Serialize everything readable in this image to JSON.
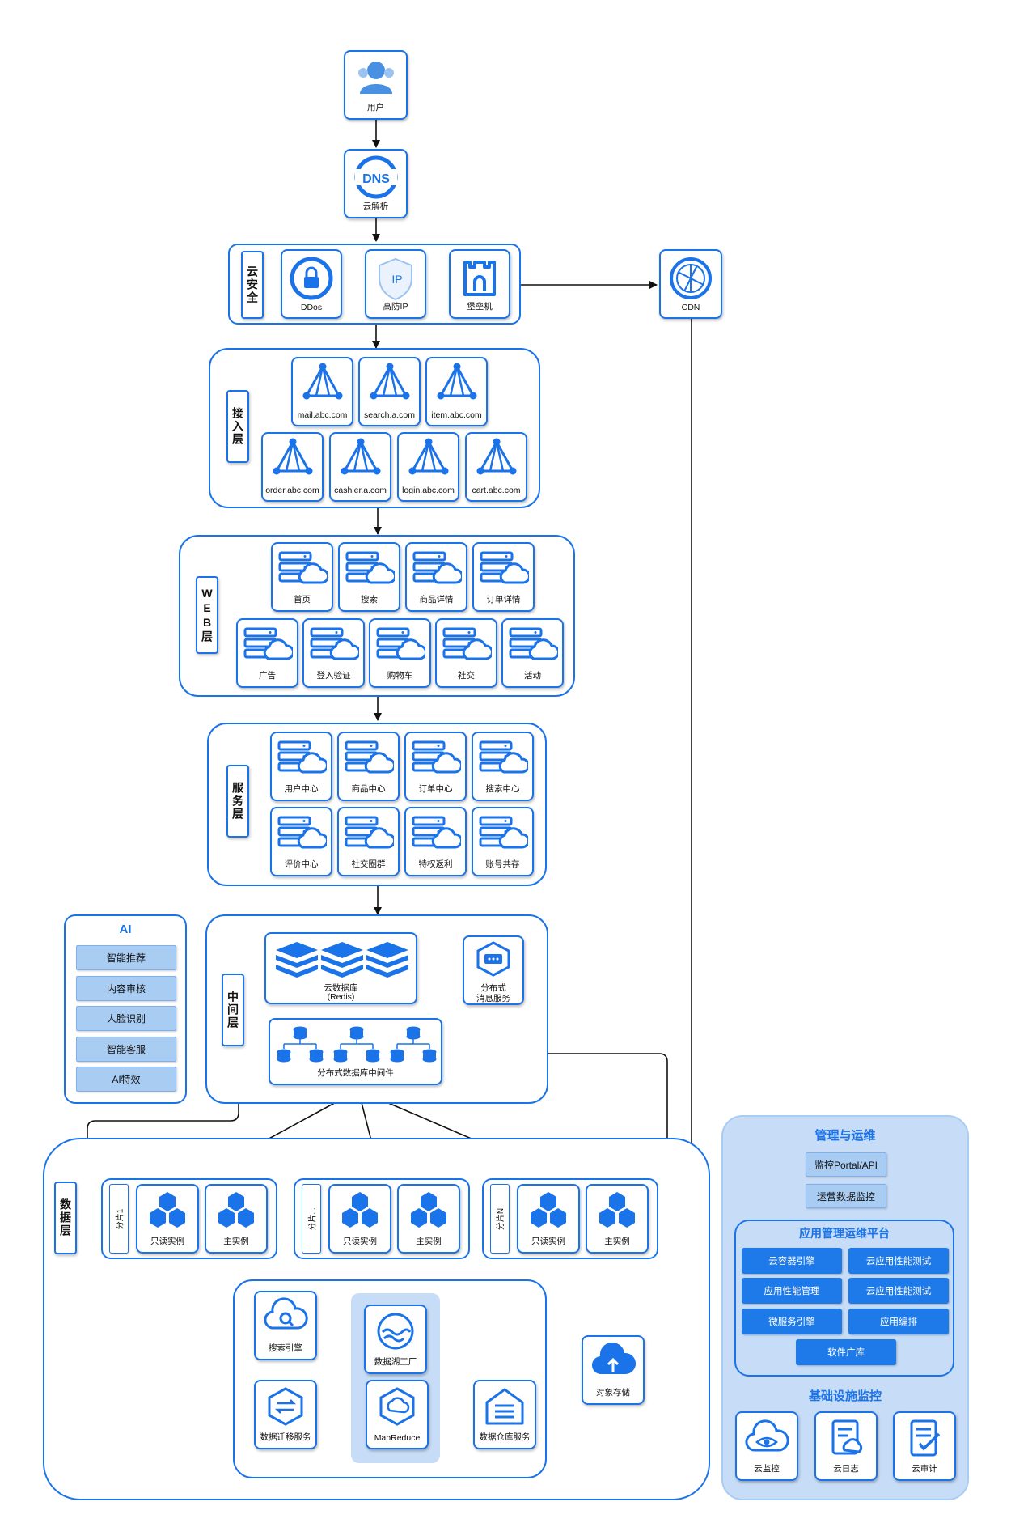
{
  "top": {
    "user": "用户",
    "dns": "云解析",
    "cdn": "CDN"
  },
  "security": {
    "label": "云安全",
    "items": [
      "DDos",
      "高防IP",
      "堡垒机"
    ]
  },
  "access": {
    "label": "接入层",
    "row1": [
      "mail.abc.com",
      "search.a.com",
      "item.abc.com"
    ],
    "row2": [
      "order.abc.com",
      "cashier.a.com",
      "login.abc.com",
      "cart.abc.com"
    ]
  },
  "web": {
    "label": "WEB层",
    "row1": [
      "首页",
      "搜索",
      "商品详情",
      "订单详情"
    ],
    "row2": [
      "广告",
      "登入验证",
      "购物车",
      "社交",
      "活动"
    ]
  },
  "service": {
    "label": "服务层",
    "row1": [
      "用户中心",
      "商品中心",
      "订单中心",
      "搜索中心"
    ],
    "row2": [
      "评价中心",
      "社交圈群",
      "特权返利",
      "账号共存"
    ]
  },
  "middle": {
    "label": "中间层",
    "redis_line1": "云数据库",
    "redis_line2": "(Redis)",
    "mq_line1": "分布式",
    "mq_line2": "消息服务",
    "dbmw": "分布式数据库中间件"
  },
  "ai": {
    "title": "AI",
    "items": [
      "智能推荐",
      "内容审核",
      "人脸识别",
      "智能客服",
      "AI特效"
    ]
  },
  "data": {
    "label": "数据层",
    "shards": [
      {
        "name": "分片1",
        "readonly": "只读实例",
        "master": "主实例"
      },
      {
        "name": "分片...",
        "readonly": "只读实例",
        "master": "主实例"
      },
      {
        "name": "分片N",
        "readonly": "只读实例",
        "master": "主实例"
      }
    ],
    "search_engine": "搜索引擎",
    "data_lake": "数据湖工厂",
    "migration": "数据迁移服务",
    "mapreduce": "MapReduce",
    "warehouse": "数据仓库服务",
    "oss": "对象存储"
  },
  "ops": {
    "title": "管理与运维",
    "items": [
      "监控Portal/API",
      "运营数据监控"
    ],
    "apm_title": "应用管理运维平台",
    "apm_items": [
      "云容器引擎",
      "云应用性能测试",
      "应用性能管理",
      "云应用性能测试",
      "微服务引擎",
      "应用编排",
      "软件广库"
    ],
    "infra_title": "基础设施监控",
    "infra_items": [
      "云监控",
      "云日志",
      "云审计"
    ]
  }
}
